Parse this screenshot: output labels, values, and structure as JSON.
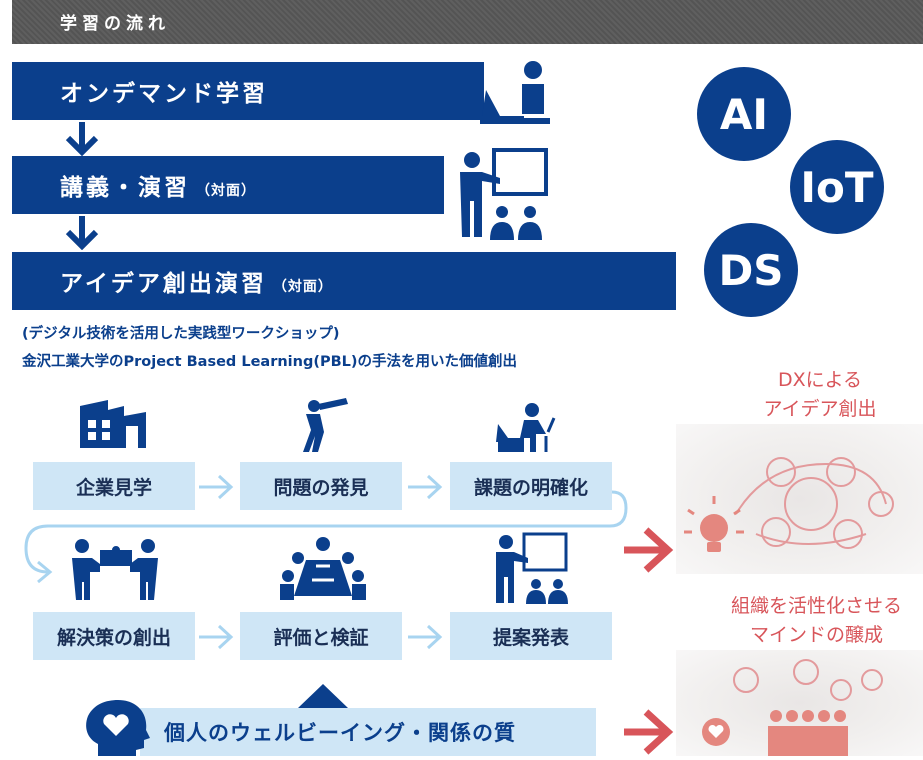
{
  "header": {
    "title": "学習の流れ"
  },
  "stages": [
    {
      "label": "オンデマンド学習",
      "suffix": ""
    },
    {
      "label": "講義・演習",
      "suffix": "（対面）"
    },
    {
      "label": "アイデア創出演習",
      "suffix": "（対面）"
    }
  ],
  "topics": [
    "AI",
    "IoT",
    "DS"
  ],
  "notes": {
    "line1": "(デジタル技術を活用した実践型ワークショップ)",
    "line2": "金沢工業大学のProject Based Learning(PBL)の手法を用いた価値創出"
  },
  "steps": [
    "企業見学",
    "問題の発見",
    "課題の明確化",
    "解決策の創出",
    "評価と検証",
    "提案発表"
  ],
  "wellbeing": {
    "label": "個人のウェルビーイング・関係の質"
  },
  "outcomes": [
    {
      "line1": "DXによる",
      "line2": "アイデア創出"
    },
    {
      "line1": "組織を活性化させる",
      "line2": "マインドの醸成"
    }
  ],
  "colors": {
    "navy": "#0b3f8c",
    "light_blue": "#cfe6f6",
    "red": "#d8555a"
  }
}
